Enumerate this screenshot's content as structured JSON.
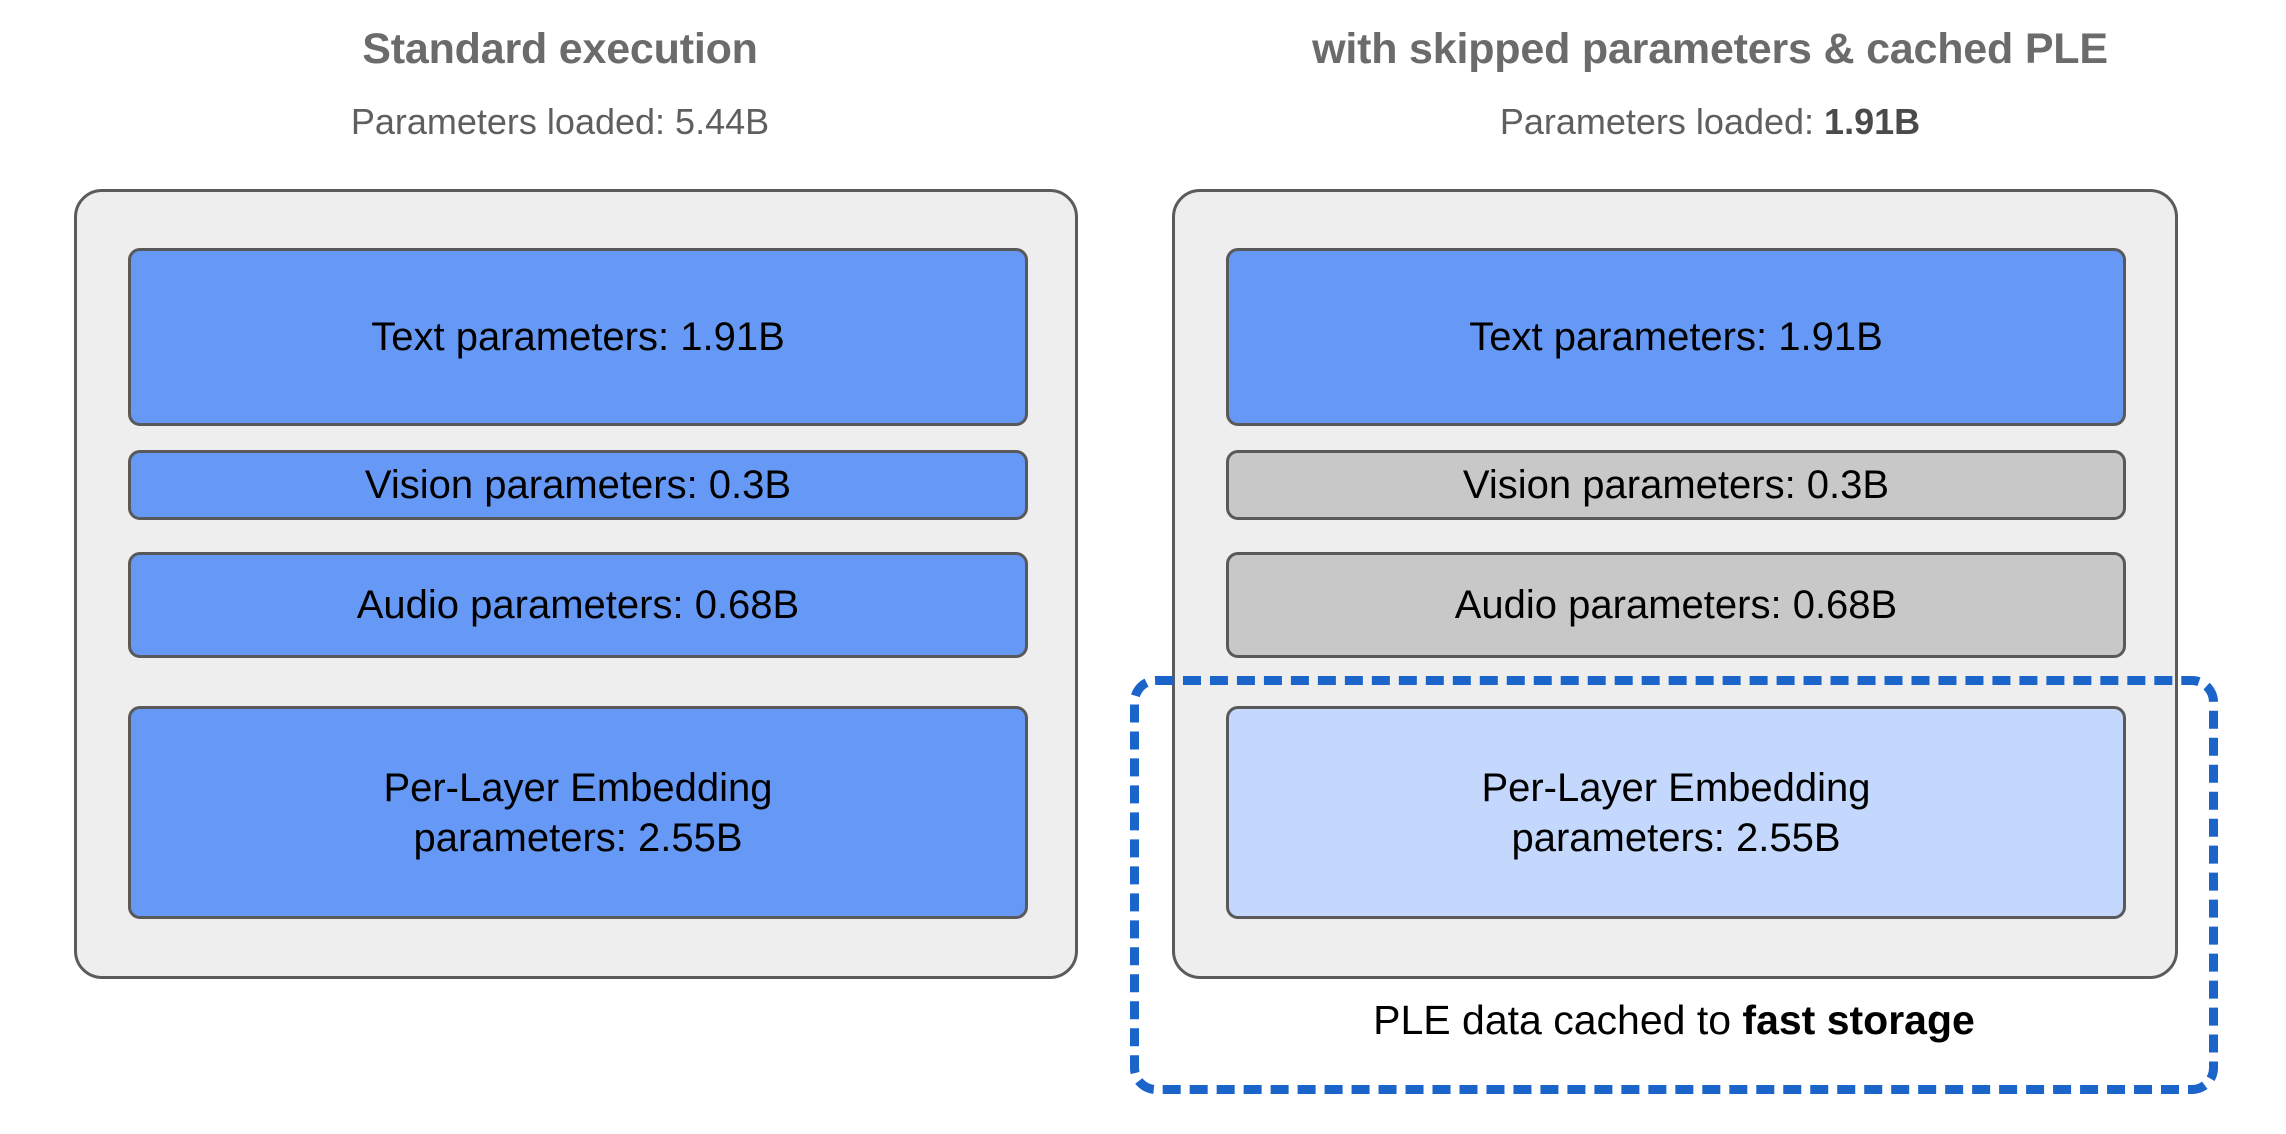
{
  "diagram": {
    "accent_blue": "#1a64ca",
    "box_blue": "#6699f5",
    "box_gray": "#c8c8c8",
    "box_light_blue": "#c3d8fc",
    "panel_bg": "#eeeeee",
    "title_color": "#6b6b6b"
  },
  "columns": [
    {
      "id": "standard",
      "title": "Standard execution",
      "subtitle_prefix": "Parameters loaded: ",
      "subtitle_value": "5.44B",
      "subtitle_value_bold": false,
      "boxes": [
        {
          "label": "Text parameters: 1.91B",
          "value": "1.91B",
          "state": "loaded"
        },
        {
          "label": "Vision parameters: 0.3B",
          "value": "0.3B",
          "state": "loaded"
        },
        {
          "label": "Audio parameters: 0.68B",
          "value": "0.68B",
          "state": "loaded"
        },
        {
          "label": "Per-Layer Embedding parameters: 2.55B",
          "line1": "Per-Layer Embedding",
          "line2": "parameters: 2.55B",
          "value": "2.55B",
          "state": "loaded"
        }
      ]
    },
    {
      "id": "optimized",
      "title": "with skipped parameters & cached PLE",
      "subtitle_prefix": "Parameters loaded: ",
      "subtitle_value": "1.91B",
      "subtitle_value_bold": true,
      "boxes": [
        {
          "label": "Text parameters: 1.91B",
          "value": "1.91B",
          "state": "loaded"
        },
        {
          "label": "Vision parameters: 0.3B",
          "value": "0.3B",
          "state": "skipped"
        },
        {
          "label": "Audio parameters: 0.68B",
          "value": "0.68B",
          "state": "skipped"
        },
        {
          "label": "Per-Layer Embedding parameters: 2.55B",
          "line1": "Per-Layer Embedding",
          "line2": "parameters: 2.55B",
          "value": "2.55B",
          "state": "cached"
        }
      ]
    }
  ],
  "annotation": {
    "caption_prefix": "PLE data cached to ",
    "caption_emphasis": "fast storage"
  }
}
